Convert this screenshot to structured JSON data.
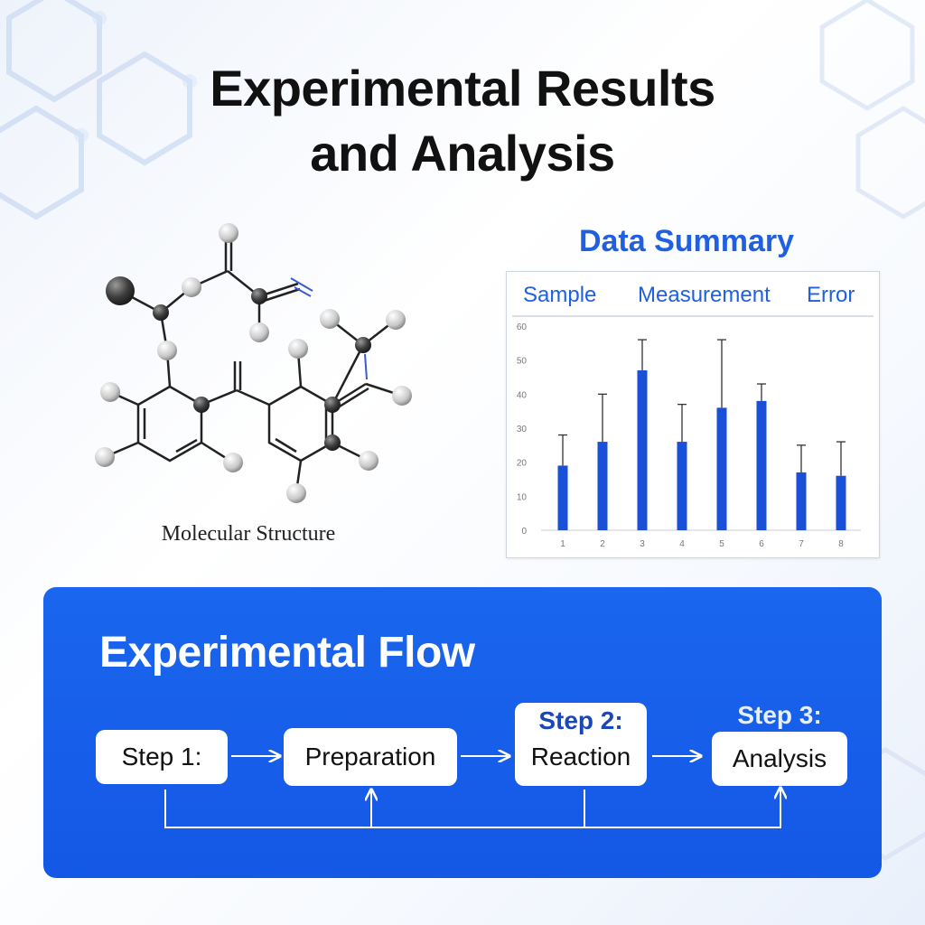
{
  "title": {
    "line1": "Experimental Results",
    "line2": "and Analysis"
  },
  "molecule": {
    "caption": "Molecular Structure"
  },
  "data_summary": {
    "title": "Data Summary",
    "columns": [
      "Sample",
      "Measurement",
      "Error"
    ]
  },
  "chart_data": {
    "type": "bar",
    "categories": [
      "1",
      "2",
      "3",
      "4",
      "5",
      "6",
      "7",
      "8"
    ],
    "values": [
      19,
      26,
      47,
      26,
      36,
      38,
      17,
      16
    ],
    "error_upper": [
      28,
      40,
      56,
      37,
      56,
      43,
      25,
      26
    ],
    "ylim": [
      0,
      60
    ],
    "yticks": [
      "0",
      "10",
      "20",
      "30",
      "40",
      "50",
      "60"
    ],
    "bar_color": "#1a4fd8",
    "grid": false
  },
  "flow": {
    "title": "Experimental Flow",
    "step1": "Step 1:",
    "prep": "Preparation",
    "step2": "Step 2:",
    "reaction": "Reaction",
    "step3": "Step 3:",
    "analysis": "Analysis",
    "arrow_icon": "right-arrow-icon"
  },
  "colors": {
    "accent": "#1a66ee",
    "heading_blue": "#1f5fe0"
  }
}
